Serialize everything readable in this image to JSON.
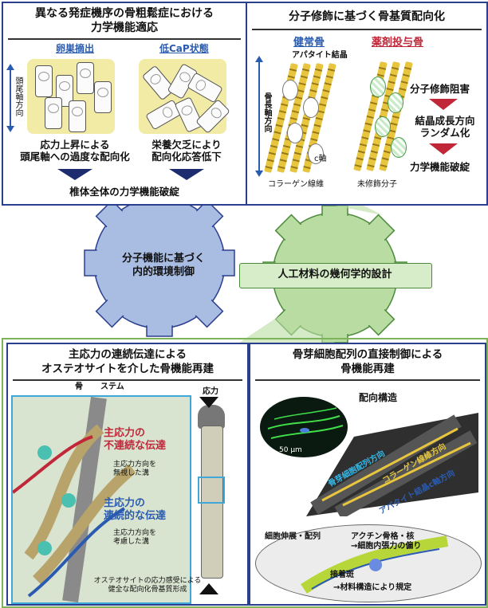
{
  "panels": {
    "top_left": {
      "title_line1": "異なる発症機序の骨粗鬆症における",
      "title_line2": "力学機能適応",
      "left_heading": "卵巣摘出",
      "right_heading": "低CaP状態",
      "axis_label": "頭尾軸方向",
      "left_caption_line1": "応力上昇による",
      "left_caption_line2": "頭尾軸への過度な配向化",
      "right_caption_line1": "栄養欠乏により",
      "right_caption_line2": "配向化応答低下",
      "conclusion": "椎体全体の力学機能破綻"
    },
    "top_right": {
      "title": "分子修飾に基づく骨基質配向化",
      "healthy_heading": "健常骨",
      "drug_heading": "薬剤投与骨",
      "apatite_label": "アパタイト結晶",
      "bone_axis_label": "骨長軸方向",
      "c_axis_label": "c軸",
      "collagen_label": "コラーゲン線維",
      "unmodified_label": "未修飾分子",
      "step1": "分子修飾阻害",
      "step2_line1": "結晶成長方向",
      "step2_line2": "ランダム化",
      "step3": "力学機能破綻"
    },
    "middle": {
      "gear_left_line1": "分子機能に基づく",
      "gear_left_line2": "内的環境制御",
      "gear_right": "人工材料の幾何学的設計"
    },
    "bottom_left": {
      "title_line1": "主応力の連続伝達による",
      "title_line2": "オステオサイトを介した骨機能再建",
      "bone_label": "骨",
      "stem_label": "ステム",
      "stress_label": "応力",
      "discont_line1": "主応力の",
      "discont_line2": "不連続な伝達",
      "ignore_line1": "主応力方向を",
      "ignore_line2": "無視した溝",
      "cont_line1": "主応力の",
      "cont_line2": "連続的な伝達",
      "consider_line1": "主応力方向を",
      "consider_line2": "考慮した溝",
      "bottom_note_line1": "オステオサイトの応力感受による",
      "bottom_note_line2": "健全な配向化骨基質形成"
    },
    "bottom_right": {
      "title_line1": "骨芽細胞配列の直接制御による",
      "title_line2": "骨機能再建",
      "orient_structure": "配向構造",
      "scale_bar": "50 µm",
      "cell_direction": "骨芽細胞配列方向",
      "collagen_direction": "コラーゲン線維方向",
      "apatite_direction": "アパタイト結晶c軸方向",
      "cell_spread": "細胞伸展・配列",
      "actin_line1": "アクチン骨格・核",
      "actin_line2": "→細胞内張力の偏り",
      "adhesion": "接着斑",
      "material_rule": "→材料構造により規定"
    }
  },
  "colors": {
    "frame_blue": "#2b3f8f",
    "gear_blue": "#a9bde3",
    "gear_green": "#b9dca2",
    "accent_red": "#c0283a",
    "accent_blue": "#2a5bb0",
    "bottom_frame_green": "#7db35a"
  }
}
